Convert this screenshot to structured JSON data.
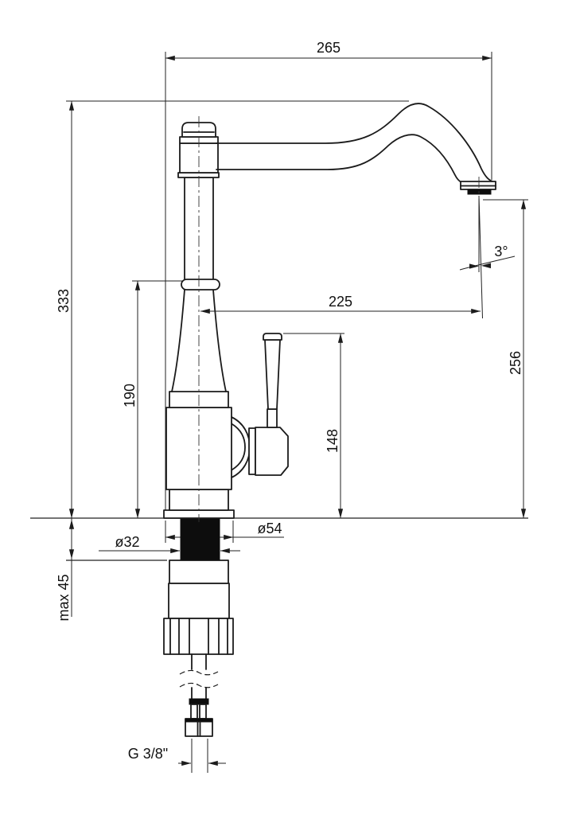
{
  "drawing": {
    "subject": "kitchen-faucet-technical-dimension-drawing",
    "units": "mm",
    "colors": {
      "line": "#1b1b1b",
      "dimension_line": "#222222",
      "background": "#ffffff",
      "gasket_fill": "#0d0d0d"
    },
    "dimensions": {
      "overall_width": {
        "label": "265"
      },
      "overall_height": {
        "label": "333"
      },
      "height_to_collar": {
        "label": "190"
      },
      "spout_reach": {
        "label": "225"
      },
      "handle_height": {
        "label": "148"
      },
      "outlet_height": {
        "label": "256"
      },
      "outlet_angle": {
        "label": "3°"
      },
      "shank_diameter": {
        "label": "ø32"
      },
      "base_diameter": {
        "label": "ø54"
      },
      "max_deck_thickness": {
        "label": "max 45"
      },
      "connection_thread": {
        "label": "G 3/8\""
      }
    }
  }
}
